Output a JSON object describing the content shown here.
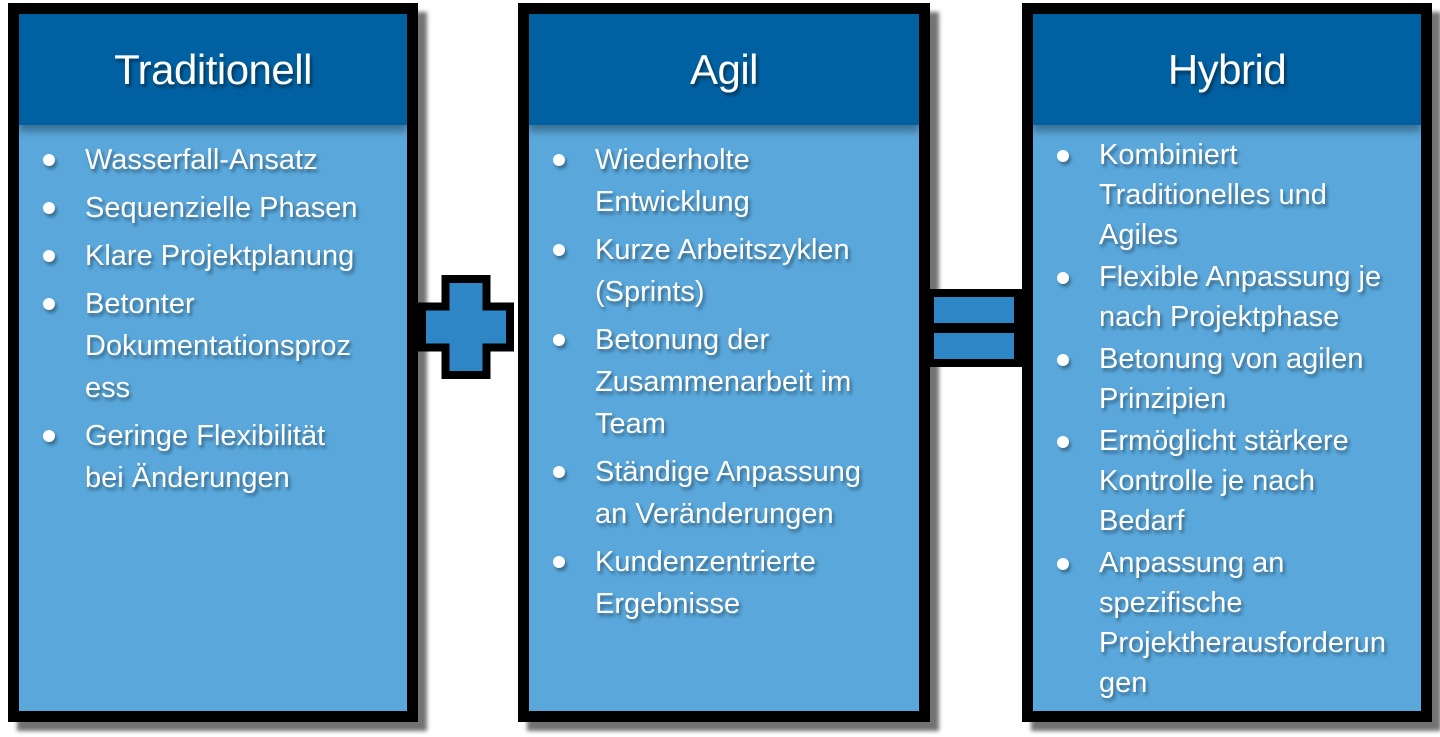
{
  "diagram": {
    "columns": [
      {
        "title": "Traditionell",
        "bullets": [
          "Wasserfall-Ansatz",
          "Sequenzielle Phasen",
          "Klare Projektplanung",
          "Betonter\nDokumentationsproz\ness",
          "Geringe Flexibilität\nbei Änderungen"
        ]
      },
      {
        "title": "Agil",
        "bullets": [
          "Wiederholte\nEntwicklung",
          "Kurze Arbeitszyklen\n(Sprints)",
          "Betonung der\nZusammenarbeit im\nTeam",
          "Ständige Anpassung\nan Veränderungen",
          "Kundenzentrierte\nErgebnisse"
        ]
      },
      {
        "title": "Hybrid",
        "bullets": [
          "Kombiniert\nTraditionelles und\nAgiles",
          "Flexible Anpassung je\nnach Projektphase",
          "Betonung von agilen\nPrinzipien",
          "Ermöglicht stärkere\nKontrolle je nach\nBedarf",
          "Anpassung an\nspezifische\nProjektherausforderun\ngen"
        ]
      }
    ],
    "operators": [
      {
        "name": "plus",
        "symbol": "+"
      },
      {
        "name": "equals",
        "symbol": "="
      }
    ],
    "colors": {
      "header_bg": "#0061A2",
      "body_bg": "#59A7DB",
      "connector_fill": "#2E86C7",
      "outline": "#000000",
      "text": "#FFFFFF",
      "background": "#FFFFFF"
    }
  }
}
